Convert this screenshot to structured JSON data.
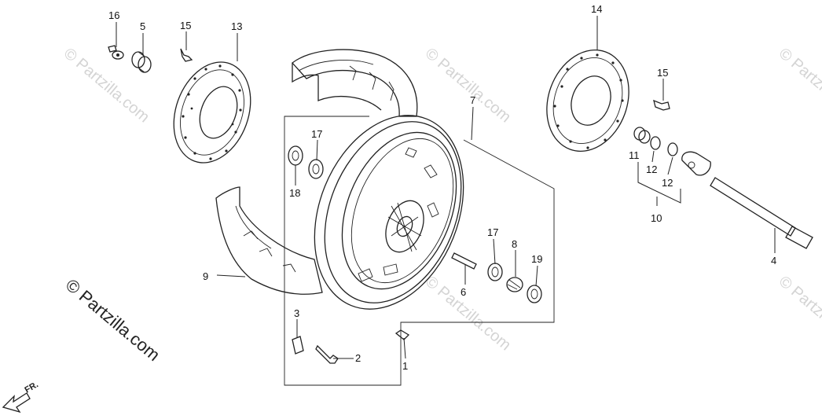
{
  "copyright": "© Partzilla.com",
  "watermark": "© Partzilla.com",
  "direction_label": "FR.",
  "callouts": {
    "c1": "1",
    "c2": "2",
    "c3": "3",
    "c4": "4",
    "c5": "5",
    "c6": "6",
    "c7": "7",
    "c8": "8",
    "c9": "9",
    "c10": "10",
    "c11": "11",
    "c12a": "12",
    "c12b": "12",
    "c13": "13",
    "c14": "14",
    "c15a": "15",
    "c15b": "15",
    "c16": "16",
    "c17a": "17",
    "c17b": "17",
    "c18": "18",
    "c19": "19"
  }
}
